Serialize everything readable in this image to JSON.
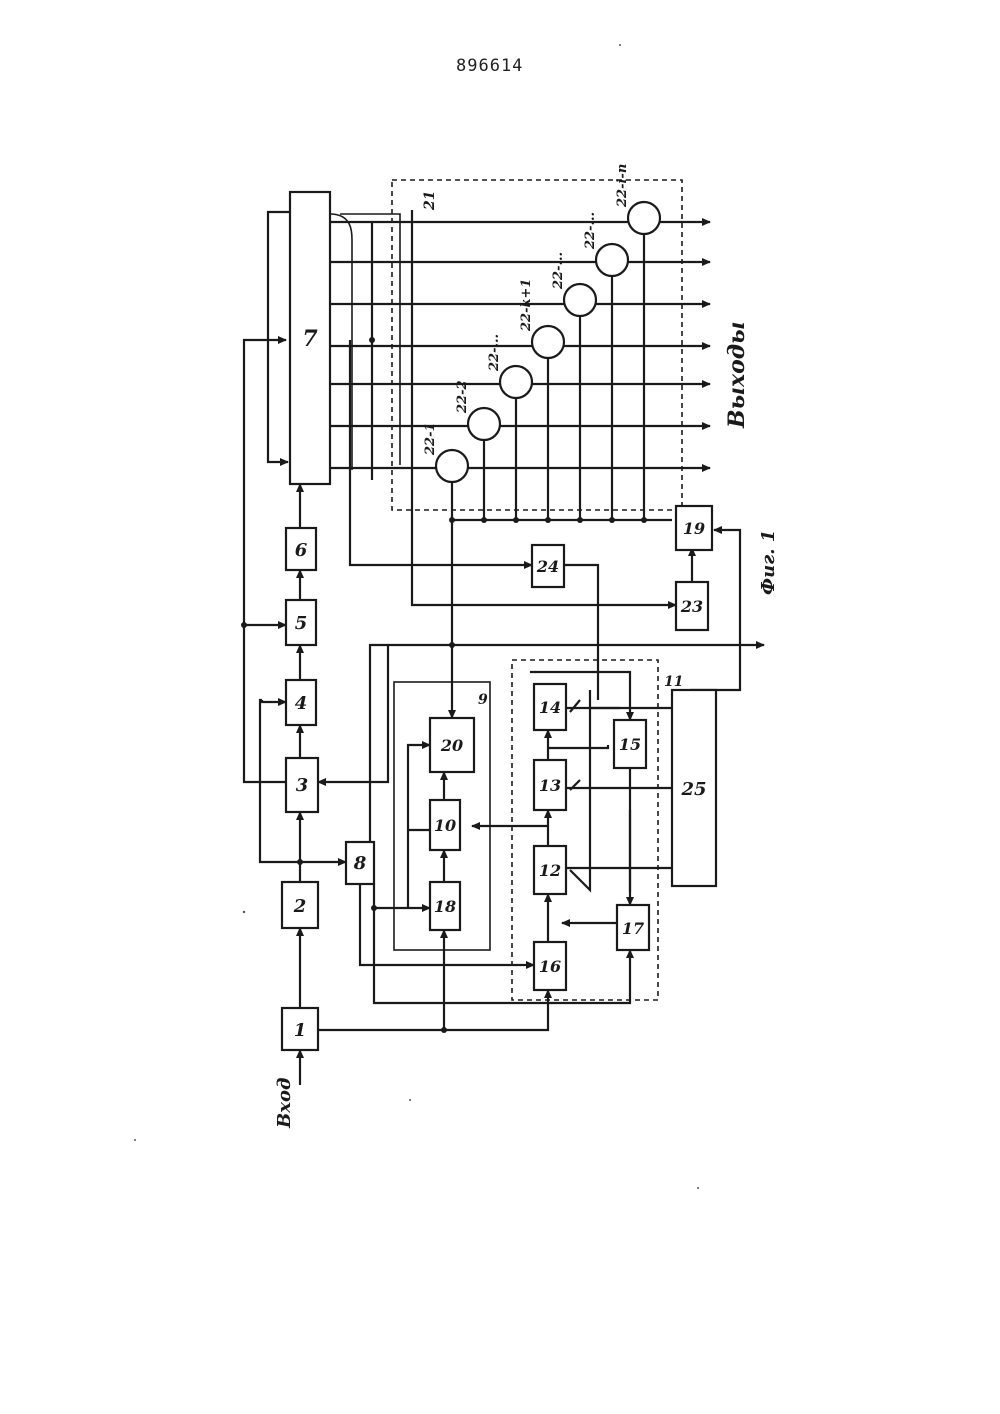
{
  "document": {
    "number": "896614"
  },
  "labels": {
    "input": "Вход",
    "outputs": "Выходы",
    "figure": "Фиг. 1",
    "group_9": "9",
    "group_11": "11",
    "group_21": "21"
  },
  "blocks": {
    "b1": "1",
    "b2": "2",
    "b3": "3",
    "b4": "4",
    "b5": "5",
    "b6": "6",
    "b7": "7",
    "b8": "8",
    "b10": "10",
    "b12": "12",
    "b13": "13",
    "b14": "14",
    "b15": "15",
    "b16": "16",
    "b17": "17",
    "b18": "18",
    "b19": "19",
    "b20": "20",
    "b23": "23",
    "b24": "24",
    "b25": "25"
  },
  "comparators": [
    "22-1",
    "22-2",
    "22-...",
    "22-k+1",
    "22-...",
    "22-...",
    "22-i-n"
  ]
}
